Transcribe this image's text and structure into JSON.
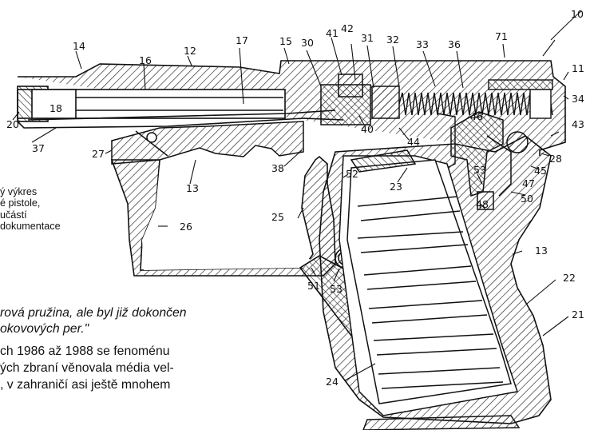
{
  "caption": {
    "lines": [
      "ý výkres",
      "é pistole,",
      "učástí",
      "dokumentace"
    ]
  },
  "quote": {
    "lines": [
      "rová pružina, ale byl již dokončen",
      "okovových per.\""
    ]
  },
  "body": {
    "lines": [
      "ch 1986 až 1988 se fenoménu",
      "ých zbraní věnovala média vel-",
      ", v zahraničí asi ještě mnohem"
    ]
  },
  "drawing": {
    "labels": {
      "l10": "10",
      "l14": "14",
      "l12": "12",
      "l16": "16",
      "l17": "17",
      "l15": "15",
      "l30": "30",
      "l42": "42",
      "l41": "41",
      "l31": "31",
      "l32": "32",
      "l33": "33",
      "l36": "36",
      "l71": "71",
      "l11": "11",
      "l34": "34",
      "l18": "18",
      "l20": "20",
      "l37": "37",
      "l27": "27",
      "l13a": "13",
      "l38": "38",
      "l40": "40",
      "l44": "44",
      "l46": "46",
      "l43": "43",
      "l28": "28",
      "l45": "45",
      "l23": "23",
      "l52": "52",
      "l53a": "53",
      "l47": "47",
      "l50": "50",
      "l48": "48",
      "l26": "26",
      "l25": "25",
      "l13b": "13",
      "l22": "22",
      "l51": "51",
      "l53b": "53",
      "l21": "21",
      "l24": "24"
    }
  }
}
